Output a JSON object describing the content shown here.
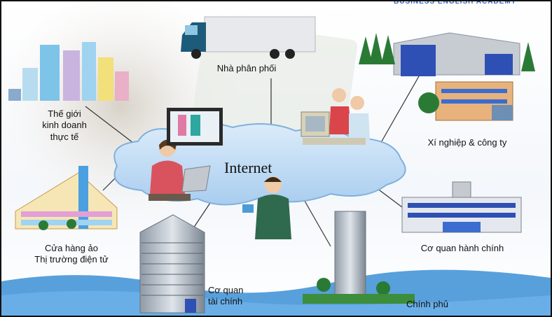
{
  "brand": "BUSINESS ENGLISH ACADEMY",
  "center": {
    "label": "Internet"
  },
  "nodes": {
    "distributor": "Nhà phân phối",
    "business_world": [
      "Thế giới",
      "kinh doanh",
      "thực tế"
    ],
    "enterprise": "Xí nghiệp & công ty",
    "virtual_store": [
      "Cửa hàng ảo",
      "Thị trường điện tử"
    ],
    "financial": [
      "Cơ quan",
      "tài chính"
    ],
    "administrative": "Cơ quan hành chính",
    "government": "Chính phủ"
  },
  "colors": {
    "cloud": "#b9d7f2",
    "cloud_edge": "#7fb0dd",
    "truck_cab": "#1c5b7a",
    "water": "#3a8fd6",
    "link": "#333333"
  }
}
